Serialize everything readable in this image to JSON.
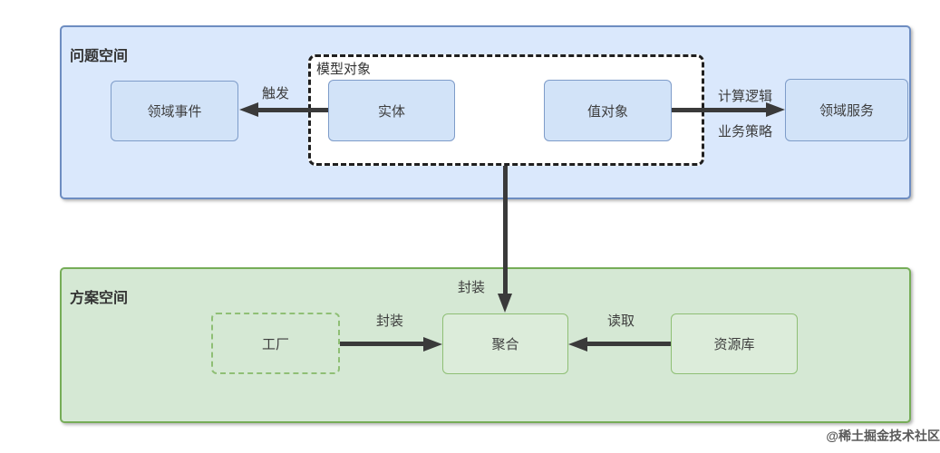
{
  "diagram": {
    "problem_space": {
      "title": "问题空间",
      "boxes": {
        "domain_event": "领域事件",
        "entity": "实体",
        "value_object": "值对象",
        "domain_service": "领域服务"
      },
      "model_group": {
        "title": "模型对象"
      }
    },
    "solution_space": {
      "title": "方案空间",
      "boxes": {
        "factory": "工厂",
        "aggregate": "聚合",
        "repository": "资源库"
      }
    },
    "edges": {
      "trigger": "触发",
      "compute_logic": "计算逻辑",
      "business_policy": "业务策略",
      "encapsulate_vertical": "封装",
      "encapsulate_horizontal": "封装",
      "read": "读取"
    },
    "colors": {
      "problem_fill": "#dae8fc",
      "problem_border": "#6d8dc1",
      "box_blue_fill": "#d2e3f8",
      "box_blue_border": "#7e9cc9",
      "solution_fill": "#d5e8d4",
      "solution_border": "#76ad58",
      "box_green_fill": "#dcecda",
      "box_green_border": "#8fbf75",
      "arrow": "#3a3a3a"
    },
    "watermark": "@稀土掘金技术社区"
  }
}
